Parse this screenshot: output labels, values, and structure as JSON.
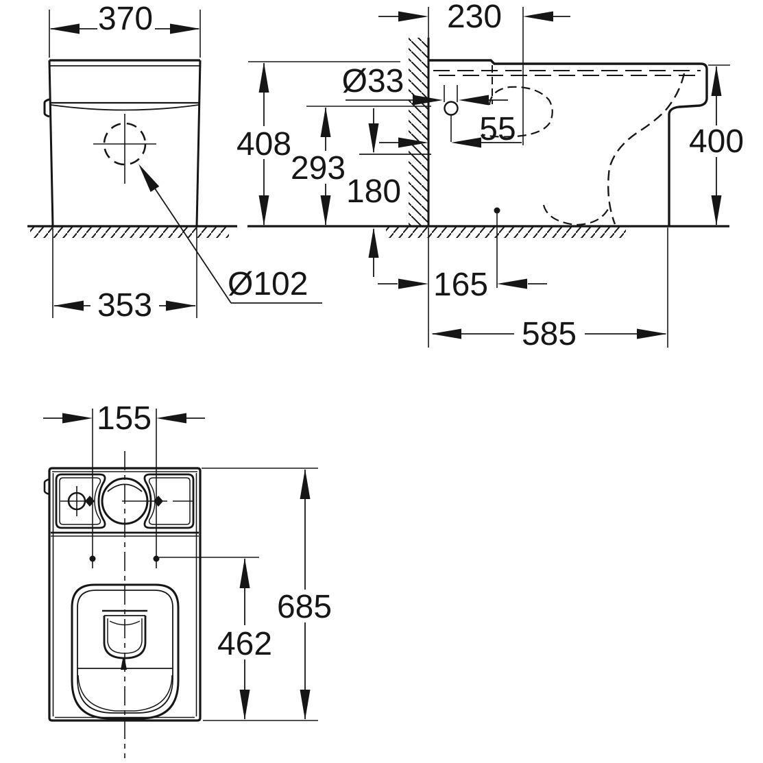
{
  "drawing": {
    "type": "technical-dimension-drawing",
    "subject": "floor-standing close-coupled WC, three orthographic views",
    "colors": {
      "line": "#161616",
      "background": "#ffffff"
    }
  },
  "dims": {
    "front_width_top": "370",
    "front_height": "408",
    "front_width_bottom": "353",
    "outlet_diameter": "Ø102",
    "cistern_depth": "230",
    "supply_diameter": "Ø33",
    "supply_wall_offset": "55",
    "supply_height": "293",
    "outlet_height": "180",
    "rim_height": "400",
    "outlet_wall_offset": "165",
    "depth_to_wall": "585",
    "fixing_spacing": "155",
    "seat_length": "462",
    "total_depth": "685"
  }
}
